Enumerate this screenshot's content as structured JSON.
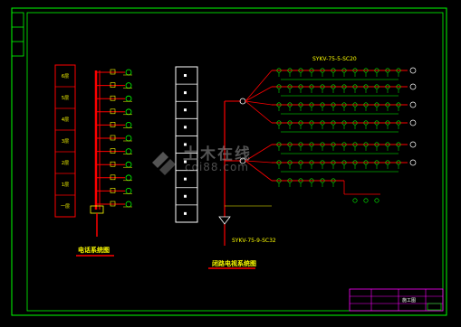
{
  "drawing": {
    "bg": "#000000",
    "frame_color": "#00ff00",
    "wire_red": "#ff0000",
    "wire_green": "#00ff00",
    "box_color": "#ff0000",
    "text_color": "#ffff00",
    "white_color": "#ffffff",
    "magenta_color": "#ff00ff",
    "left_caption": "电话系统图",
    "right_caption": "闭路电视系统图",
    "watermark": "土木在线",
    "watermark_sub": "coi88.com",
    "left_cabinet_labels": [
      "6层",
      "5层",
      "4层",
      "3层",
      "2层",
      "1层",
      "一层"
    ],
    "left_branch_count": 11,
    "mid_panel_count": 9,
    "right_main_label": "SYKV-75-5-SC20",
    "right_bottom_label": "SYKV-75-9-SC32",
    "title_block_label": "施工图"
  }
}
